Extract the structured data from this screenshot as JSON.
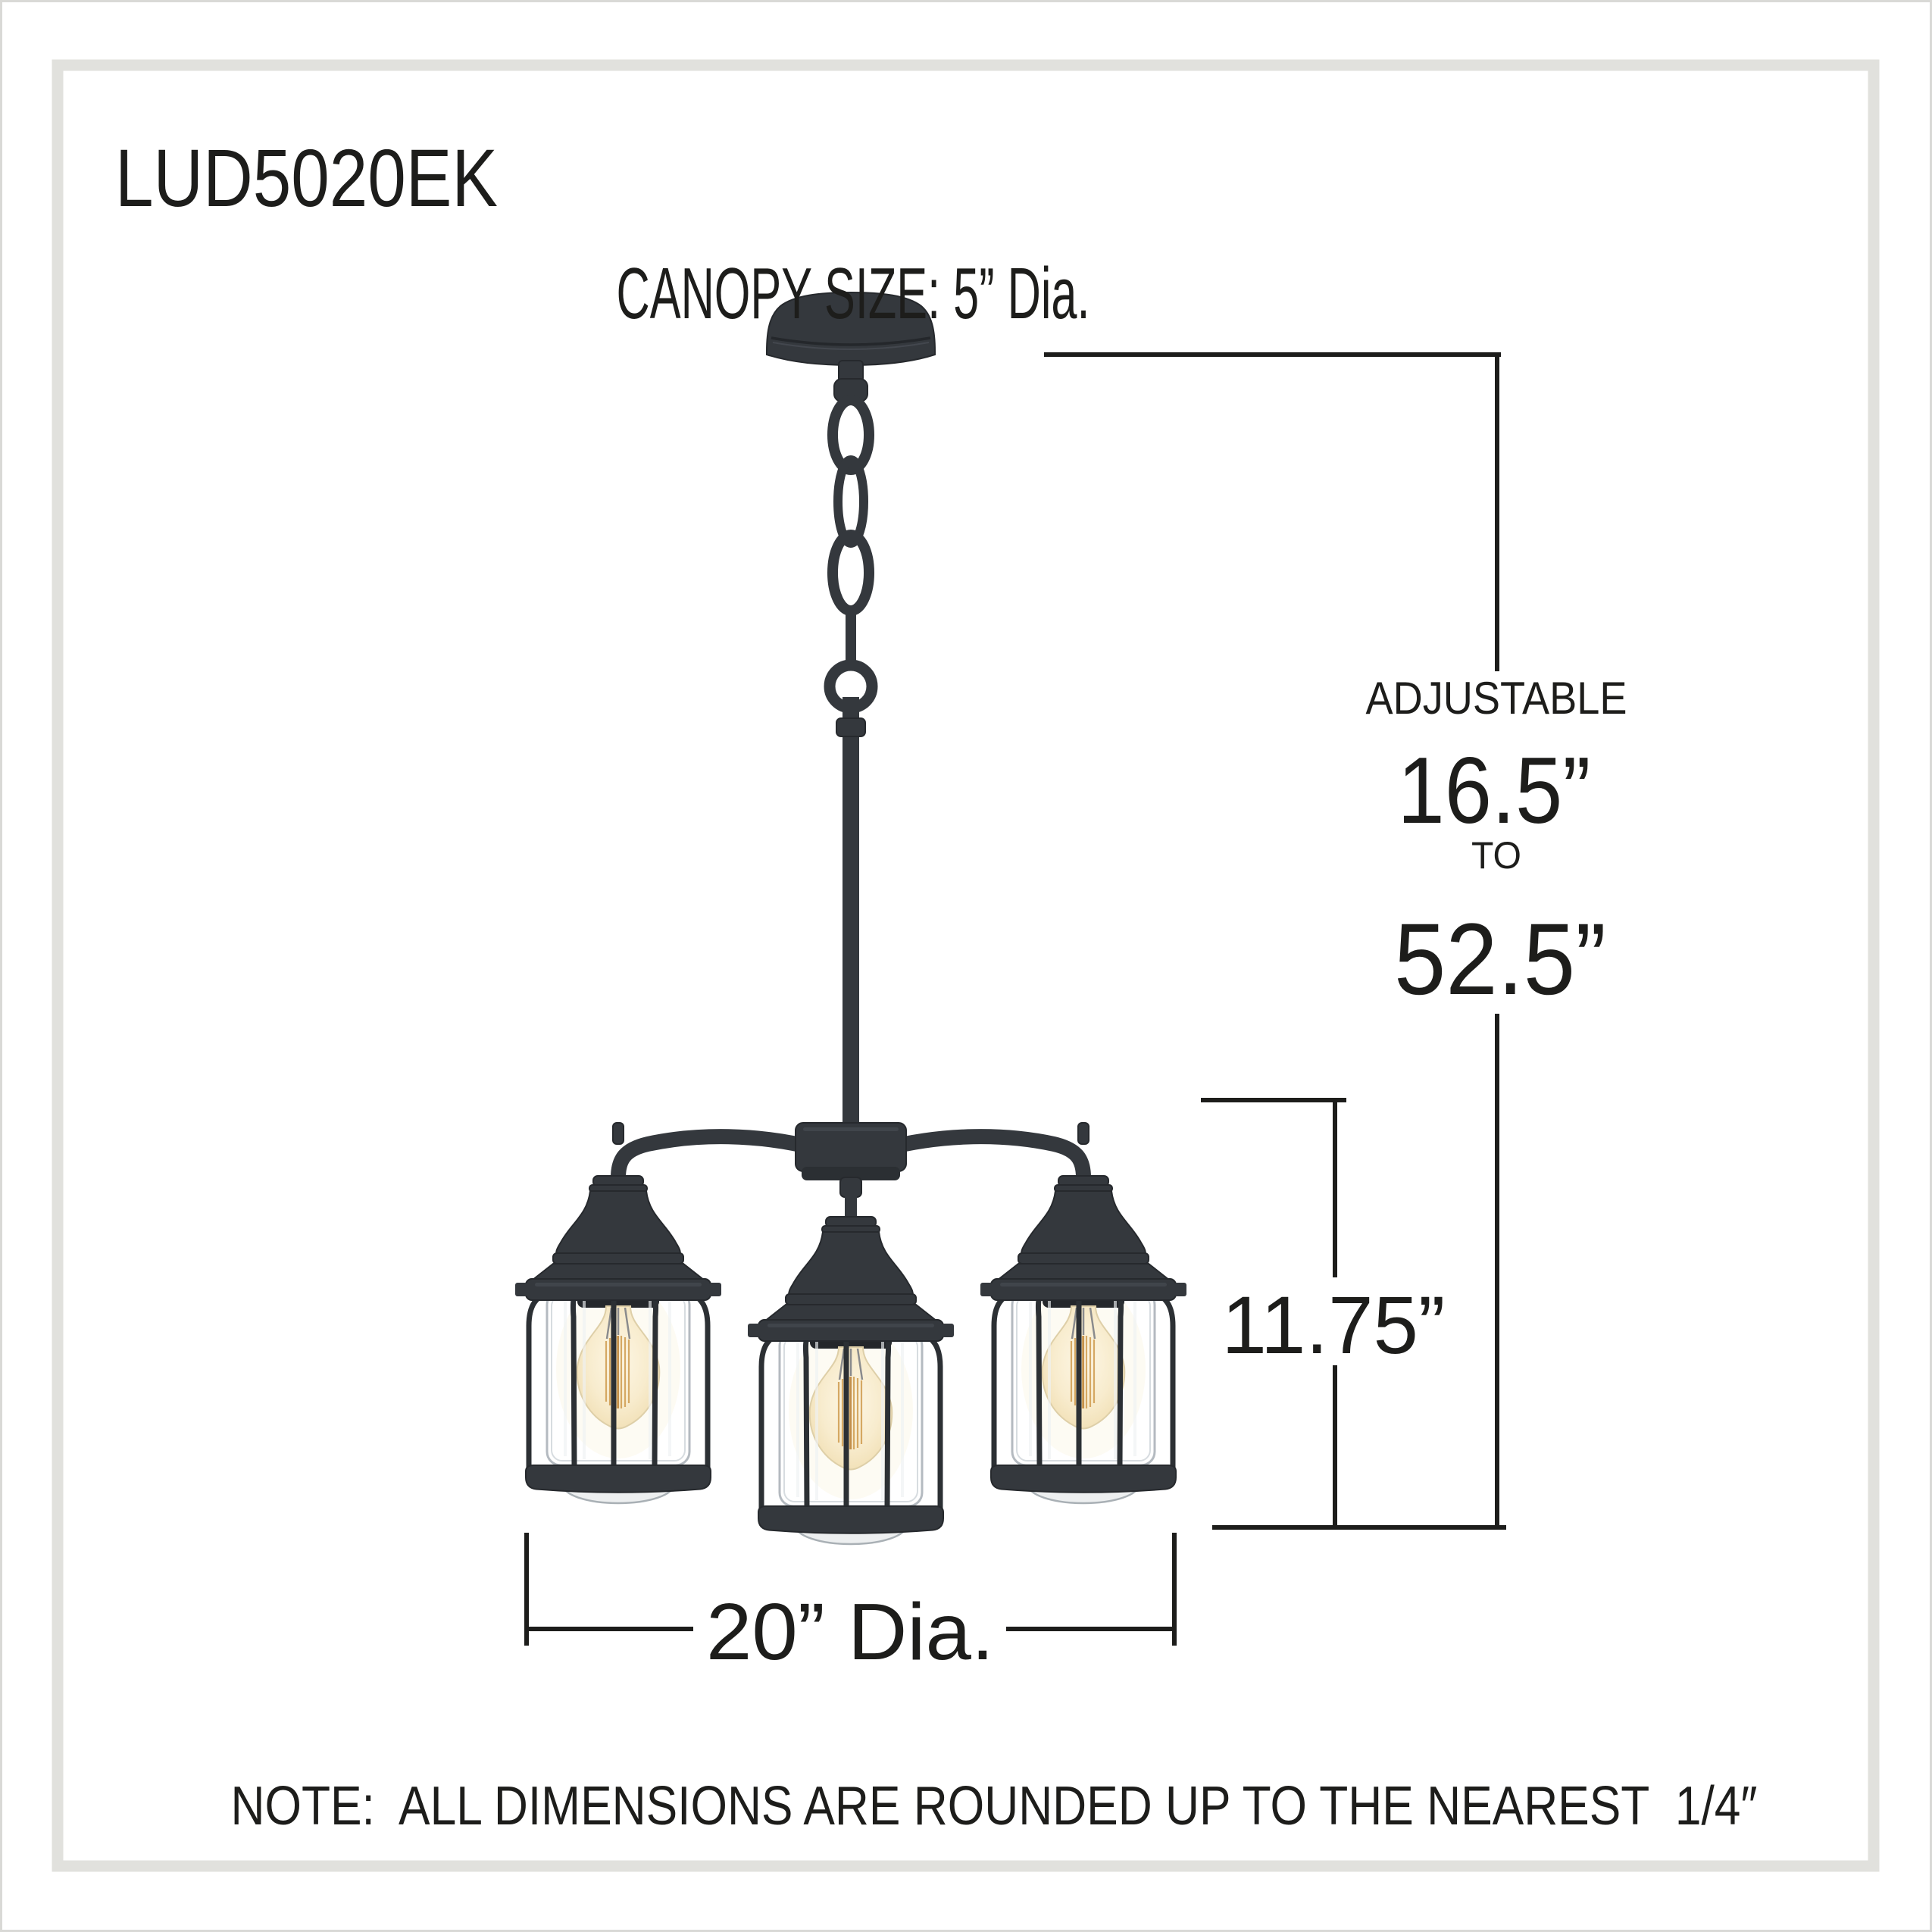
{
  "header": {
    "model": "LUD5020EK"
  },
  "diagram": {
    "canopy_label": "CANOPY SIZE: 5” Dia.",
    "adjustable_label": "ADJUSTABLE",
    "adjustable_min": "16.5”",
    "adjustable_to": "TO",
    "adjustable_max": "52.5”",
    "fixture_height": "11.75”",
    "fixture_diameter": "20” Dia.",
    "note": "NOTE:  ALL DIMENSIONS ARE ROUNDED UP TO THE NEAREST  1/4″"
  },
  "colors": {
    "background": "#ffffff",
    "frame": "#e1e1dd",
    "dimension_lines": "#1d1d1b",
    "fixture_metal": "#34383d",
    "bulb_glow": "#f5e3b8",
    "filament": "#cf9c4f"
  }
}
